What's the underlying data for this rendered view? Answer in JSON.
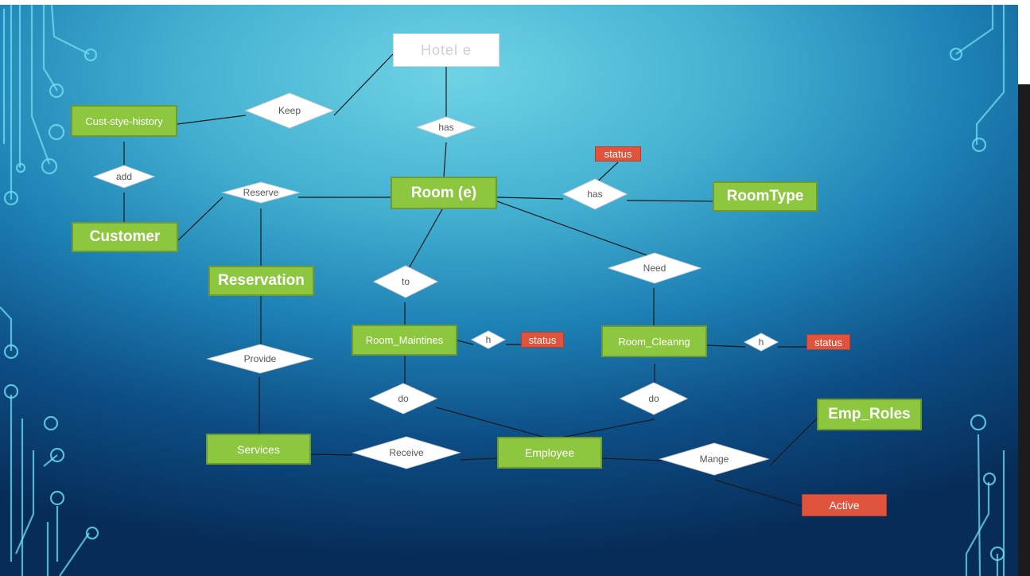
{
  "title": "Hotel e",
  "entities": {
    "room": "Room (e)",
    "customer": "Customer",
    "cust_history": "Cust-stye-history",
    "reservation": "Reservation",
    "roomtype": "RoomType",
    "room_maint": "Room_Maintines",
    "room_clean": "Room_Cleanng",
    "services": "Services",
    "employee": "Employee",
    "emp_roles": "Emp_Roles"
  },
  "attributes": {
    "status_room": "status",
    "status_maint": "status",
    "status_clean": "status",
    "active": "Active"
  },
  "relationships": {
    "keep": "Keep",
    "has_hotel": "has",
    "add": "add",
    "reserve": "Reserve",
    "has_type": "has",
    "to": "to",
    "need": "Need",
    "h_maint": "h",
    "h_clean": "h",
    "provide": "Provide",
    "do_maint": "do",
    "do_clean": "do",
    "receive": "Receive",
    "manage": "Mange"
  },
  "colors": {
    "entity_fill": "#8dc63f",
    "attribute_fill": "#e0533c",
    "relationship_fill": "#ffffff",
    "connector": "#1a1a1a",
    "circuit": "#6fe0f2"
  }
}
